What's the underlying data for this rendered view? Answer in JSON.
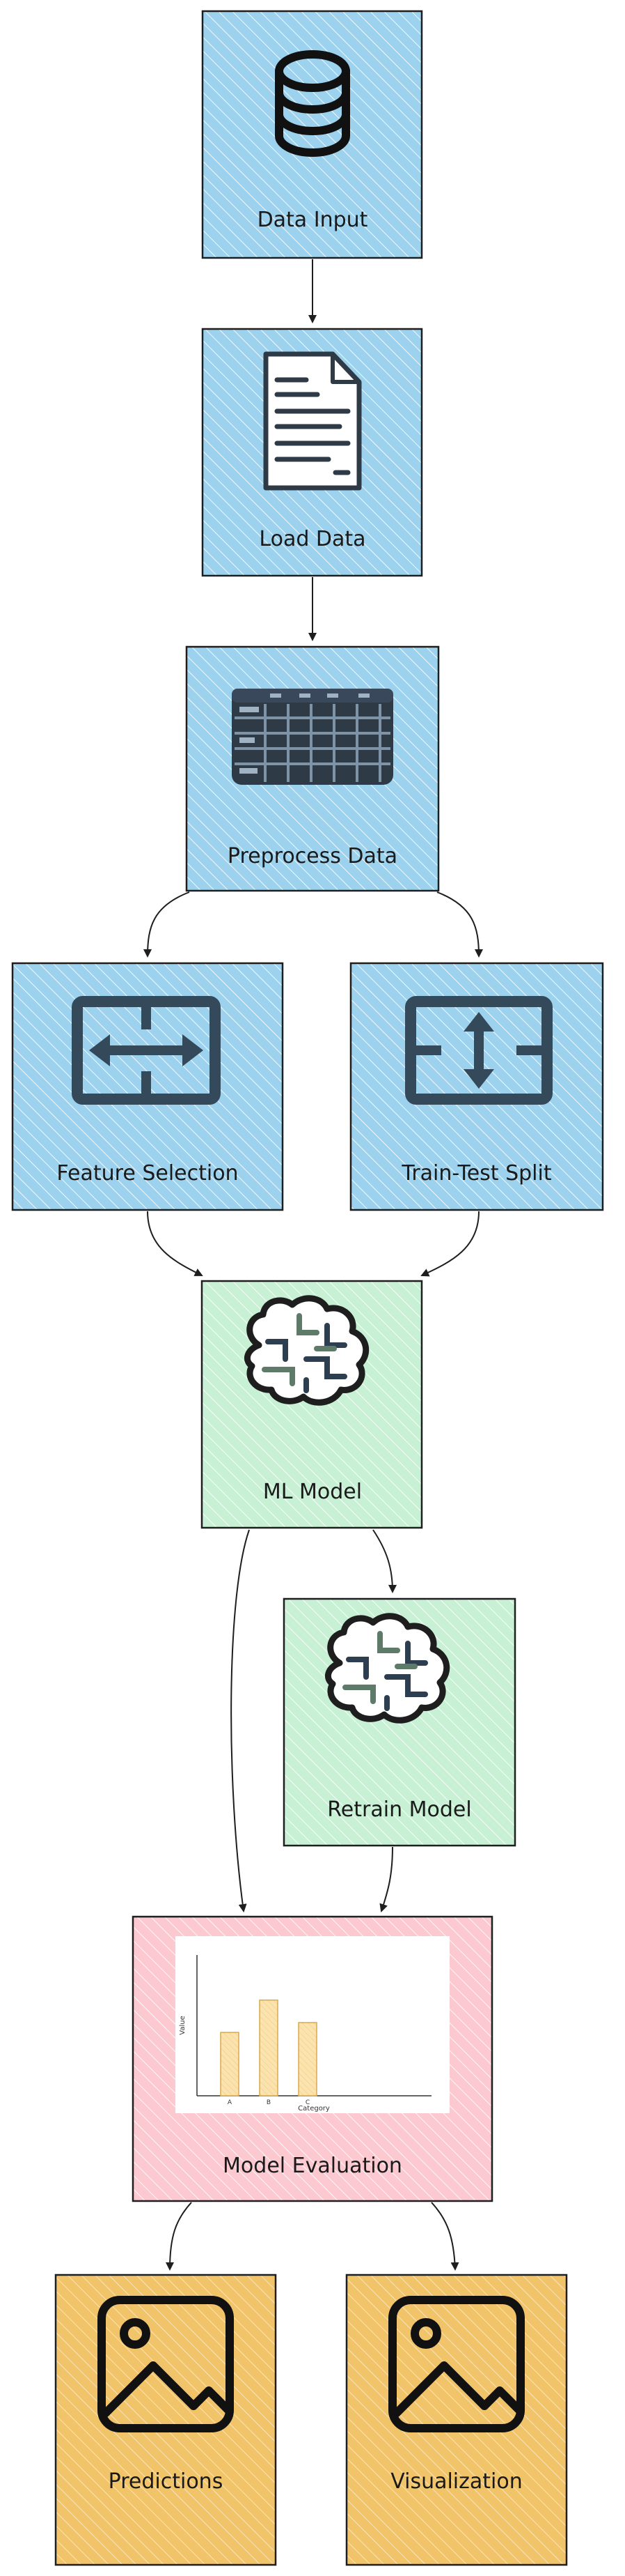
{
  "colors": {
    "blue": "#9dd2ee",
    "green": "#c7f0d4",
    "pink": "#fcc9d0",
    "orange": "#f2c46a",
    "stroke": "#1e1e1e",
    "bar_fill": "#fbe3b0"
  },
  "nodes": {
    "data_input": {
      "label": "Data Input",
      "icon": "database-icon"
    },
    "load_data": {
      "label": "Load Data",
      "icon": "document-icon"
    },
    "preprocess_data": {
      "label": "Preprocess Data",
      "icon": "spreadsheet-icon"
    },
    "feature_selection": {
      "label": "Feature Selection",
      "icon": "horizontal-split-icon"
    },
    "train_test_split": {
      "label": "Train-Test Split",
      "icon": "vertical-split-icon"
    },
    "ml_model": {
      "label": "ML Model",
      "icon": "brain-icon"
    },
    "retrain_model": {
      "label": "Retrain Model",
      "icon": "brain-icon"
    },
    "model_evaluation": {
      "label": "Model Evaluation",
      "icon": "bar-chart"
    },
    "predictions": {
      "label": "Predictions",
      "icon": "image-icon"
    },
    "visualization": {
      "label": "Visualization",
      "icon": "image-icon"
    }
  },
  "chart_data": {
    "type": "bar",
    "categories": [
      "A",
      "B",
      "C"
    ],
    "values": [
      45,
      68,
      52
    ],
    "xlabel": "Category",
    "ylabel": "Value",
    "ylim": [
      0,
      100
    ]
  }
}
